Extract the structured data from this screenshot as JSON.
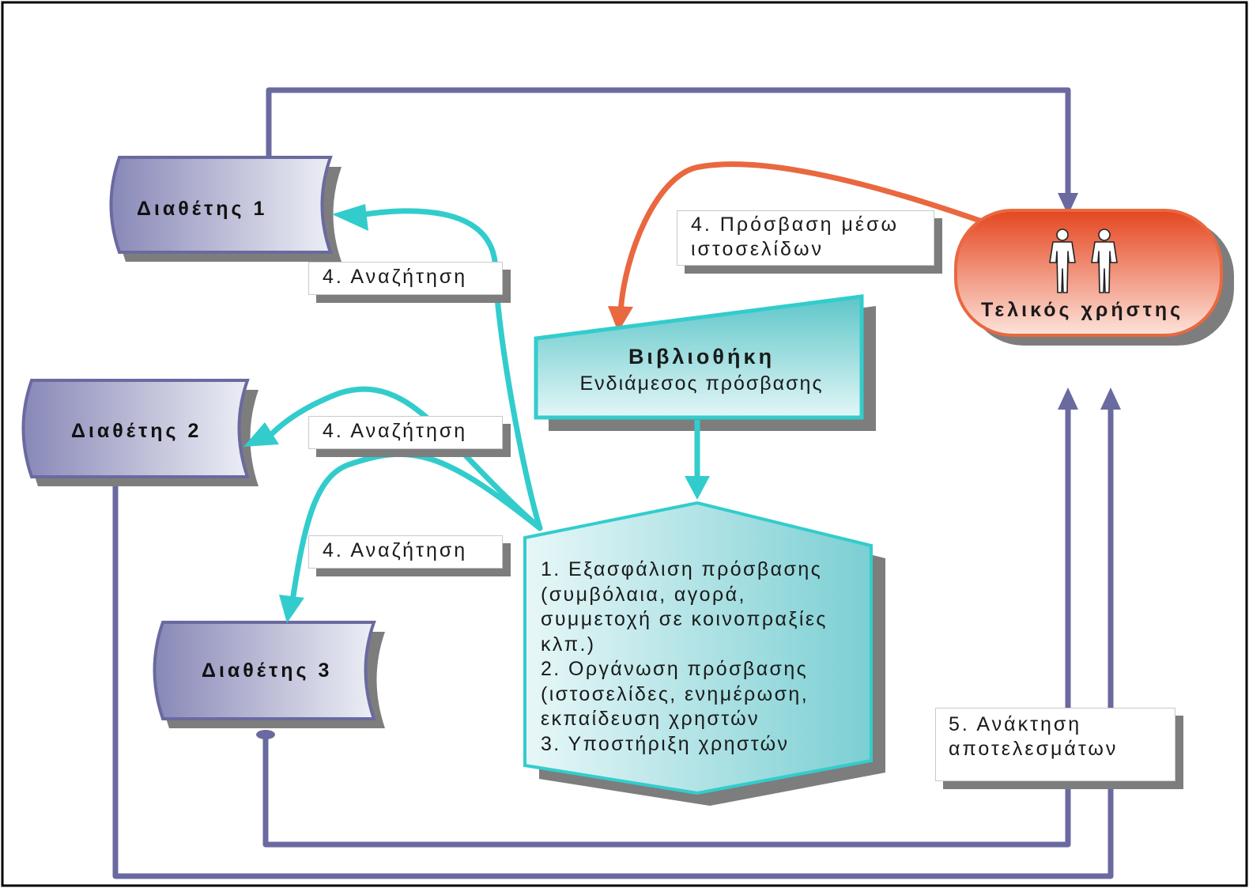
{
  "providers": [
    {
      "label": "Διαθέτης 1"
    },
    {
      "label": "Διαθέτης 2"
    },
    {
      "label": "Διαθέτης 3"
    }
  ],
  "search_tags": [
    "4. Αναζήτηση",
    "4. Αναζήτηση",
    "4. Αναζήτηση"
  ],
  "web_access_tag": [
    "4. Πρόσβαση μέσω",
    "ιστοσελίδων"
  ],
  "library": {
    "title": "Βιβλιοθήκη",
    "subtitle": "Ενδιάμεσος πρόσβασης"
  },
  "library_tasks": [
    "1. Εξασφάλιση πρόσβασης",
    "(συμβόλαια, αγορά,",
    "συμμετοχή σε κοινοπραξίες",
    "κλπ.)",
    "2. Οργάνωση πρόσβασης",
    "(ιστοσελίδες, ενημέρωση,",
    "εκπαίδευση χρηστών",
    "3. Υποστήριξη χρηστών"
  ],
  "end_user": {
    "label": "Τελικός χρήστης",
    "icon": "two-people-icon"
  },
  "retrieval_tag": [
    "5.  Ανάκτηση",
    "αποτελεσμάτων"
  ],
  "colors": {
    "provider_connector": "#6a6aa0",
    "search_arrow": "#33cccc",
    "web_access_arrow": "#e9683f",
    "library_fill": "#5fc9cc",
    "end_user_fill": "#e24a2a",
    "shadow": "#7d7d7d"
  }
}
